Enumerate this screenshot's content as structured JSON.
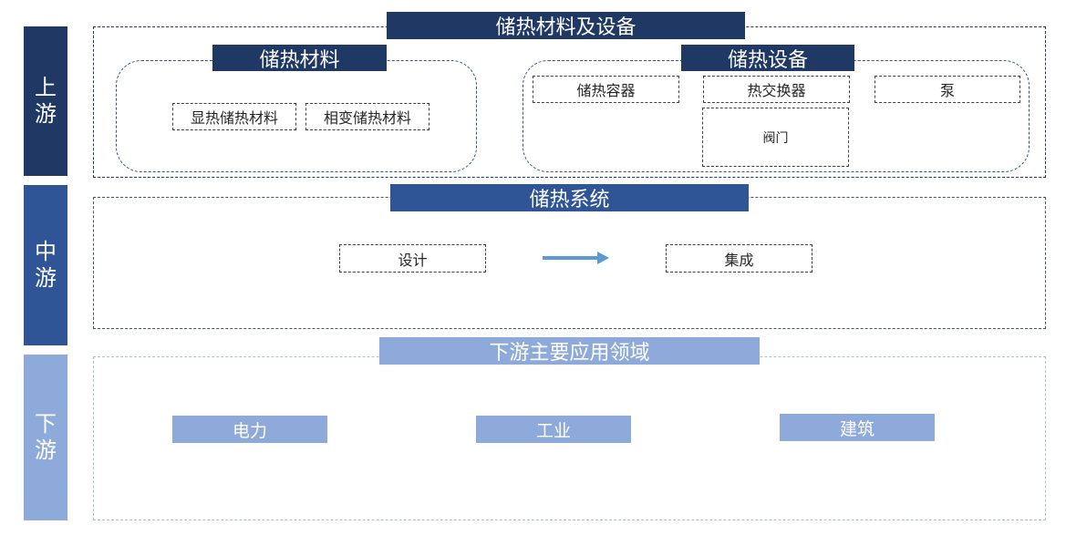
{
  "colors": {
    "upstream": "#1f3864",
    "midstream": "#2f5597",
    "downstream": "#8eaadb",
    "arrow": "#5b9bd5"
  },
  "sidebar": {
    "upstream": [
      "上",
      "游"
    ],
    "midstream": [
      "中",
      "游"
    ],
    "downstream": [
      "下",
      "游"
    ]
  },
  "upstream": {
    "title": "储热材料及设备",
    "materials": {
      "title": "储热材料",
      "items": [
        "显热储热材料",
        "相变储热材料"
      ]
    },
    "equipment": {
      "title": "储热设备",
      "items": [
        "储热容器",
        "热交换器",
        "泵",
        "阀门"
      ]
    }
  },
  "midstream": {
    "title": "储热系统",
    "steps": [
      "设计",
      "集成"
    ],
    "arrow_icon": "right-arrow-icon"
  },
  "downstream": {
    "title": "下游主要应用领域",
    "items": [
      "电力",
      "工业",
      "建筑"
    ]
  }
}
